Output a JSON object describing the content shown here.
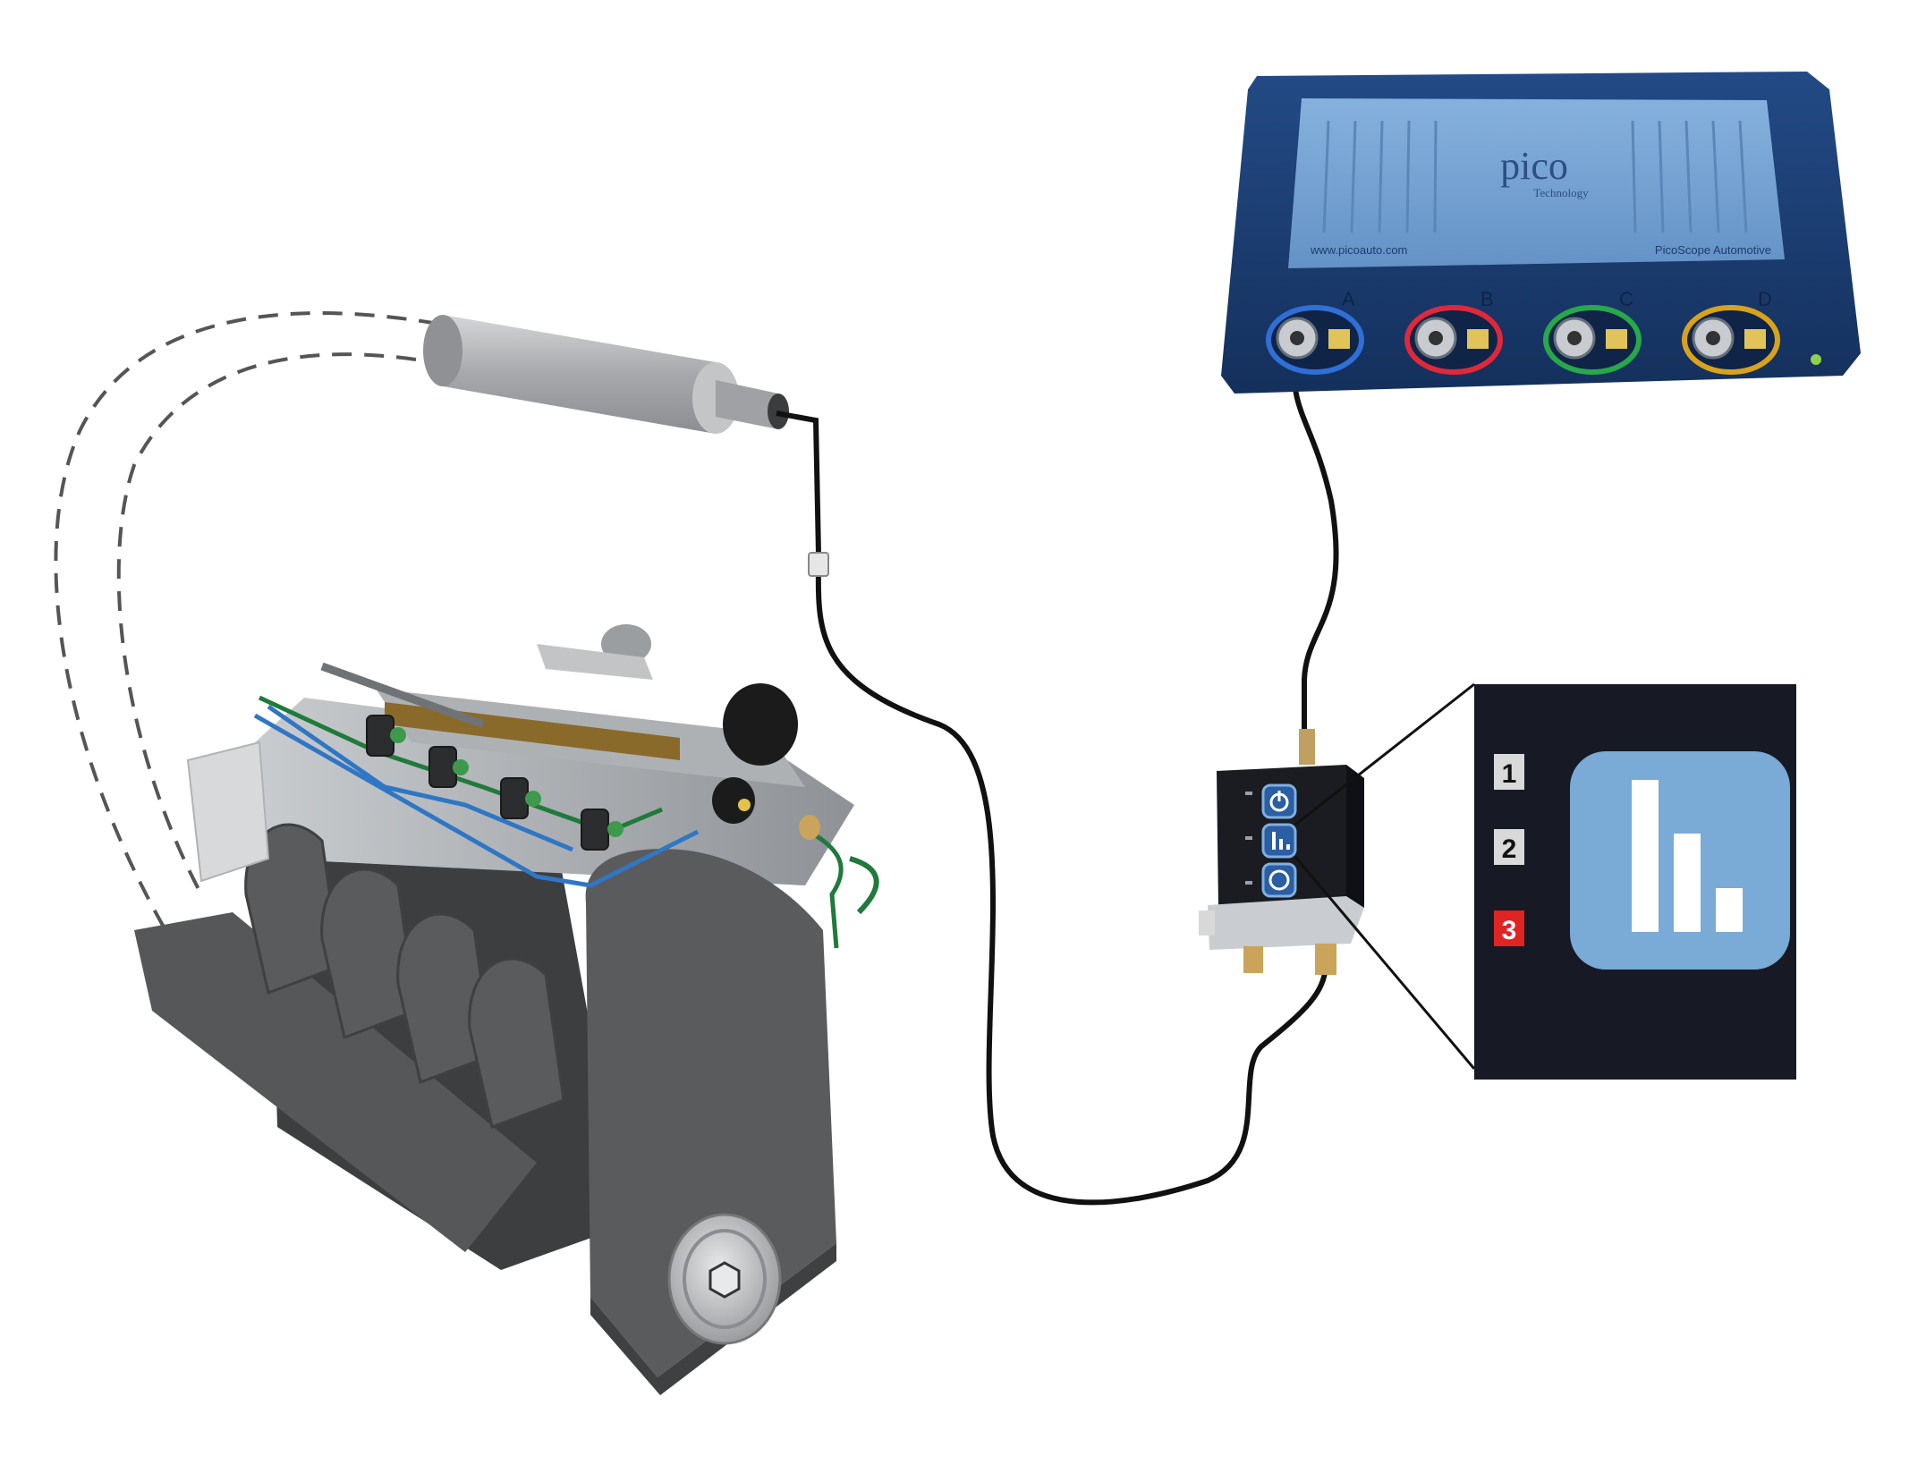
{
  "scope": {
    "brand": "pico",
    "brand_sub": "Technology",
    "url": "www.picoauto.com",
    "model": "PicoScope Automotive",
    "channels": [
      {
        "letter": "A",
        "color": "#2f6fd6"
      },
      {
        "letter": "B",
        "color": "#e0283a"
      },
      {
        "letter": "C",
        "color": "#27a84a"
      },
      {
        "letter": "D",
        "color": "#d8a21c"
      }
    ],
    "body_color": "#1c3a6e",
    "panel_color": "#6f9fd0"
  },
  "callout": {
    "modes": [
      {
        "label": "1",
        "active": false
      },
      {
        "label": "2",
        "active": false
      },
      {
        "label": "3",
        "active": true
      }
    ],
    "active_color": "#e02323",
    "inactive_color": "#d9d9d9",
    "icon": "bar-chart-icon",
    "icon_bg": "#7aaad6",
    "panel_bg": "#171a24"
  },
  "sensor": {
    "buttons": [
      {
        "icon": "power-icon"
      },
      {
        "icon": "bar-chart-icon"
      },
      {
        "icon": "zero-icon"
      }
    ]
  },
  "colors": {
    "cable": "#111111",
    "engine_dark": "#4a4b4d",
    "engine_light": "#b9bcbf",
    "muffler": "#a9abae",
    "dash": "#555555",
    "fuel_line_blue": "#2f76c5",
    "fuel_line_green": "#1f7a3c"
  }
}
